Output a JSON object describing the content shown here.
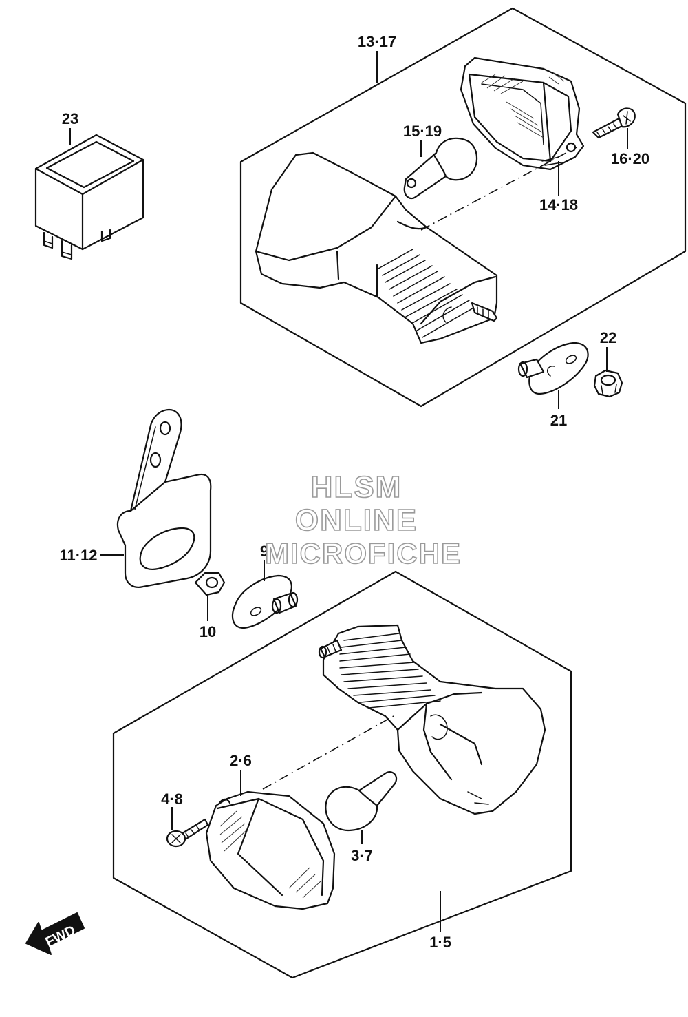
{
  "callouts": {
    "c13_17": "13·17",
    "c23": "23",
    "c15_19": "15·19",
    "c16_20": "16·20",
    "c14_18": "14·18",
    "c22": "22",
    "c21": "21",
    "c11_12": "11·12",
    "c10": "10",
    "c9": "9",
    "c2_6": "2·6",
    "c4_8": "4·8",
    "c3_7": "3·7",
    "c1_5": "1·5"
  },
  "watermark": {
    "line1": "HLSM",
    "line2": "ONLINE",
    "line3": "MICROFICHE"
  },
  "fwd_arrow": {
    "label": "FWD"
  }
}
